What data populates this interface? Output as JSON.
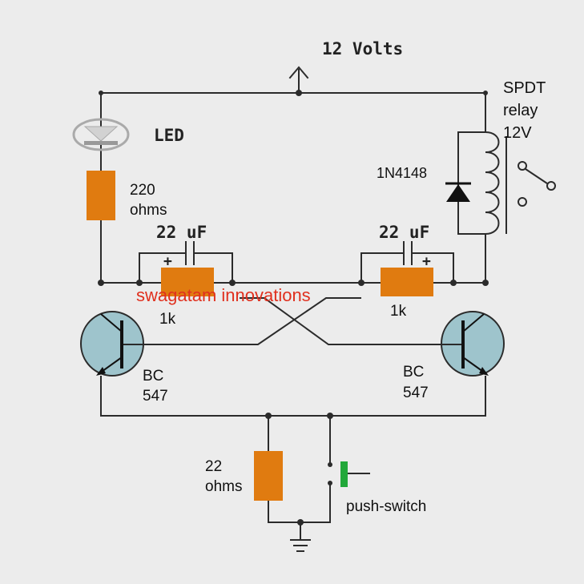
{
  "supply": {
    "label": "12 Volts"
  },
  "led": {
    "label": "LED"
  },
  "relay": {
    "line1": "SPDT",
    "line2": "relay",
    "line3": "12V"
  },
  "diode": {
    "label": "1N4148"
  },
  "resistor_led": {
    "line1": "220",
    "line2": "ohms"
  },
  "cap_left": {
    "label": "22 uF",
    "polarity": "+"
  },
  "cap_right": {
    "label": "22 uF",
    "polarity": "+"
  },
  "base_res_left": {
    "label": "1k"
  },
  "base_res_right": {
    "label": "1k"
  },
  "transistor_left": {
    "line1": "BC",
    "line2": "547"
  },
  "transistor_right": {
    "line1": "BC",
    "line2": "547"
  },
  "emitter_res": {
    "line1": "22",
    "line2": "ohms"
  },
  "switch": {
    "label": "push-switch"
  },
  "watermark": "swagatam innovations",
  "colors": {
    "background": "#ececec",
    "wire": "#2b2b2b",
    "resistor": "#e07b10",
    "transistor": "#9ec4cc",
    "switch": "#22a83a",
    "watermark": "#e0301e"
  }
}
